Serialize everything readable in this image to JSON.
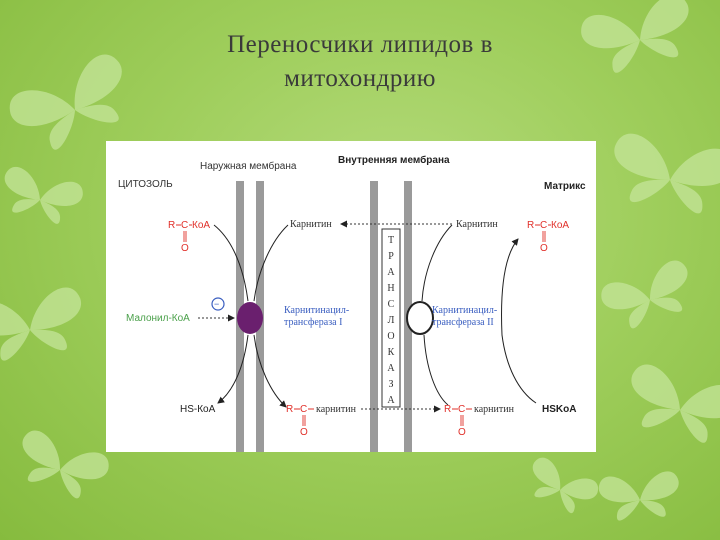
{
  "slide": {
    "title_line1": "Переносчики липидов в",
    "title_line2": "митохондрию"
  },
  "colors": {
    "background": "#9fce5c",
    "butterfly": "#c5e59a",
    "membrane": "#9a9a9a",
    "red_label": "#e0302a",
    "green_label": "#4aa04a",
    "blue_label": "#3a5ec0",
    "transferase_i_fill": "#6a1f6e"
  },
  "diagram": {
    "outer_membrane_label": "Наружная мембрана",
    "inner_membrane_label": "Внутренняя мембрана",
    "cytosol_label": "ЦИТОЗОЛЬ",
    "matrix_label": "Матрикс",
    "acyl_coa_left": {
      "r": "R",
      "c": "C",
      "coa": "КоА",
      "o": "O"
    },
    "acyl_coa_right": {
      "r": "R",
      "c": "C",
      "coa": "КоА",
      "o": "O"
    },
    "carnitine_top_left": "Карнитин",
    "carnitine_top_right": "Карнитин",
    "malonyl_coa": "Малонил-КоА",
    "minus_sign": "−",
    "transferase_i_line1": "Карнитинацил-",
    "transferase_i_line2": "трансфераза I",
    "transferase_ii_line1": "Карнитинацил-",
    "transferase_ii_line2": "трансфераза II",
    "translocase_letters": [
      "Т",
      "Р",
      "А",
      "Н",
      "С",
      "Л",
      "О",
      "К",
      "А",
      "З",
      "А"
    ],
    "hs_coa_left": "HS-КоА",
    "hs_coa_right": "HSKoA",
    "acylcarnitine_left": {
      "r": "R",
      "c": "C",
      "label": "карнитин",
      "o": "O"
    },
    "acylcarnitine_right": {
      "r": "R",
      "c": "C",
      "label": "карнитин",
      "o": "O"
    }
  }
}
